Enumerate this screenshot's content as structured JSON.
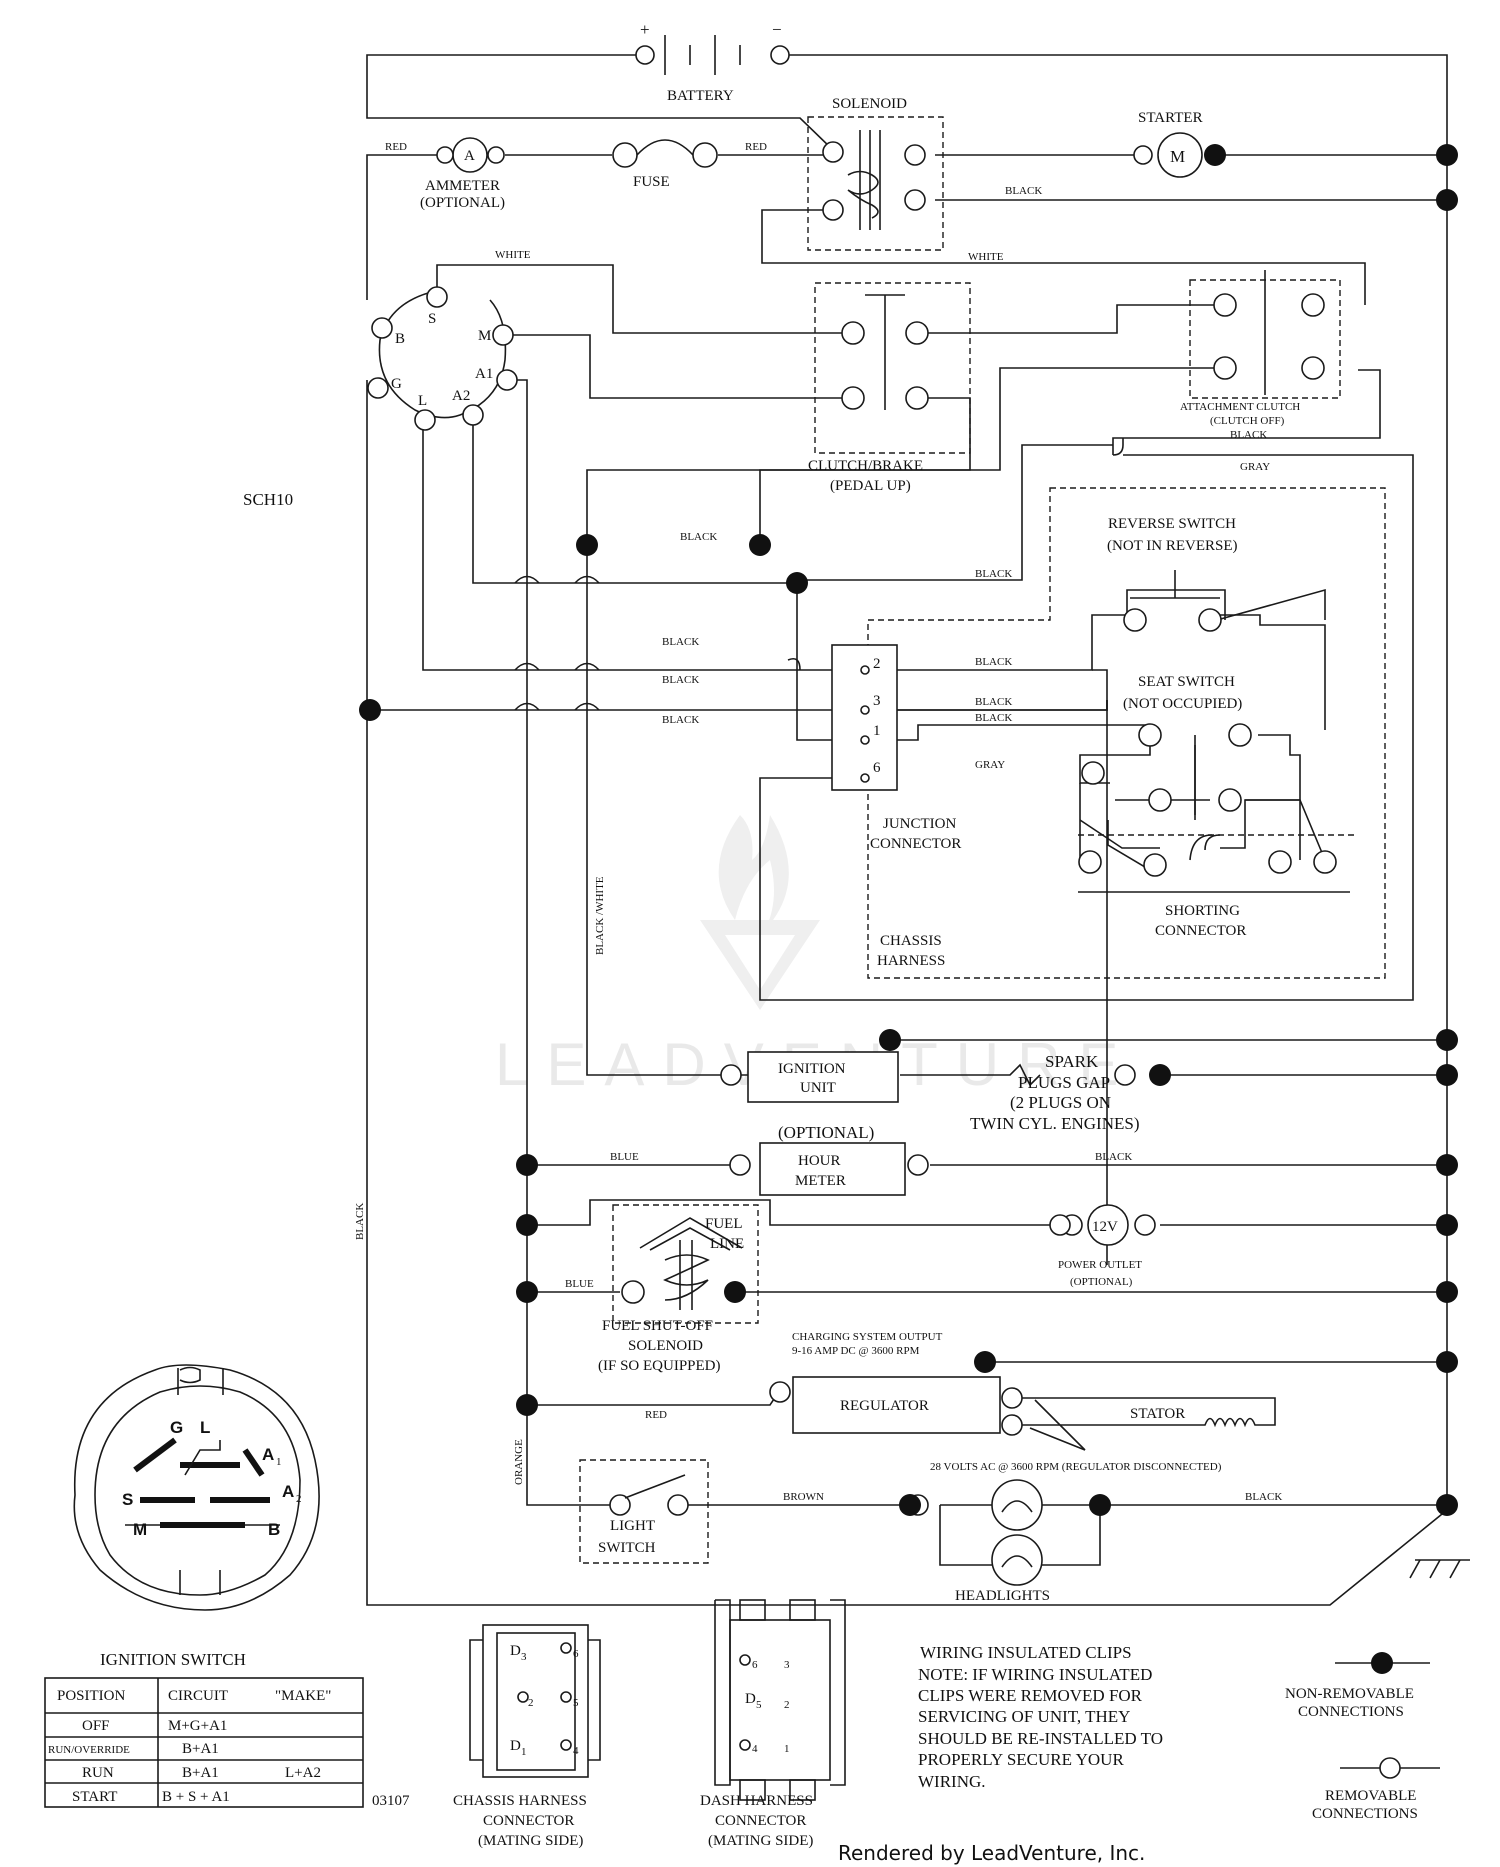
{
  "schematic_id": "SCH10",
  "drawing_number": "03107",
  "footer": "Rendered by LeadVenture, Inc.",
  "watermark": "LEADVENTURE",
  "components": {
    "battery": "BATTERY",
    "battery_plus": "+",
    "battery_minus": "−",
    "solenoid": "SOLENOID",
    "starter": "STARTER",
    "starter_symbol": "M",
    "ammeter_symbol": "A",
    "ammeter": "AMMETER",
    "ammeter_note": "(OPTIONAL)",
    "fuse": "FUSE",
    "clutch_brake": "CLUTCH/BRAKE",
    "clutch_brake_note": "(PEDAL UP)",
    "attachment_clutch": "ATTACHMENT CLUTCH",
    "attachment_clutch_note": "(CLUTCH OFF)",
    "reverse_switch": "REVERSE SWITCH",
    "reverse_switch_note": "(NOT IN REVERSE)",
    "seat_switch": "SEAT SWITCH",
    "seat_switch_note": "(NOT OCCUPIED)",
    "junction_connector_1": "JUNCTION",
    "junction_connector_2": "CONNECTOR",
    "shorting_connector_1": "SHORTING",
    "shorting_connector_2": "CONNECTOR",
    "chassis_harness_1": "CHASSIS",
    "chassis_harness_2": "HARNESS",
    "ignition_unit_1": "IGNITION",
    "ignition_unit_2": "UNIT",
    "spark_1": "SPARK",
    "spark_2": "PLUGS GAP",
    "spark_3": "(2 PLUGS ON",
    "spark_4": "TWIN CYL. ENGINES)",
    "hour_meter_optional": "(OPTIONAL)",
    "hour_meter_1": "HOUR",
    "hour_meter_2": "METER",
    "fuel_line_1": "FUEL",
    "fuel_line_2": "LINE",
    "power_outlet_symbol": "12V",
    "power_outlet": "POWER OUTLET",
    "power_outlet_note": "(OPTIONAL)",
    "fuel_solenoid_1": "FUEL SHUT-OFF",
    "fuel_solenoid_2": "SOLENOID",
    "fuel_solenoid_3": "(IF SO EQUIPPED)",
    "charging_1": "CHARGING SYSTEM OUTPUT",
    "charging_2": "9-16 AMP DC @ 3600 RPM",
    "regulator": "REGULATOR",
    "stator": "STATOR",
    "stator_note": "28 VOLTS AC @ 3600 RPM (REGULATOR DISCONNECTED)",
    "light_switch_1": "LIGHT",
    "light_switch_2": "SWITCH",
    "headlights": "HEADLIGHTS",
    "ignition_switch": "IGNITION SWITCH",
    "chassis_conn_1": "CHASSIS HARNESS",
    "chassis_conn_2": "CONNECTOR",
    "chassis_conn_3": "(MATING SIDE)",
    "dash_conn_1": "DASH HARNESS",
    "dash_conn_2": "CONNECTOR",
    "dash_conn_3": "(MATING SIDE)"
  },
  "ignition_terminals": {
    "S": "S",
    "M": "M",
    "B": "B",
    "A1": "A1",
    "G": "G",
    "L": "L",
    "A2": "A2"
  },
  "switch_face": {
    "G": "G",
    "L": "L",
    "A1": "A",
    "A1_sub": "1",
    "A2": "A",
    "A2_sub": "2",
    "S": "S",
    "M": "M",
    "B": "B"
  },
  "junction_pins": [
    "2",
    "3",
    "1",
    "6"
  ],
  "wire_labels": {
    "red_1": "RED",
    "red_2": "RED",
    "black_starter": "BLACK",
    "white_1": "WHITE",
    "white_2": "WHITE",
    "black_ac": "BLACK",
    "gray_ac": "GRAY",
    "black_clutch": "BLACK",
    "black_reverse": "BLACK",
    "black_j2": "BLACK",
    "black_j3": "BLACK",
    "black_j1": "BLACK",
    "black_left_1": "BLACK",
    "black_left_2": "BLACK",
    "black_left_3": "BLACK",
    "gray_j6": "GRAY",
    "black_white": "BLACK /WHITE",
    "black_vertical": "BLACK",
    "blue_hour": "BLUE",
    "black_hour": "BLACK",
    "blue_fuel": "BLUE",
    "red_reg": "RED",
    "orange": "ORANGE",
    "brown": "BROWN",
    "black_headlights": "BLACK"
  },
  "ignition_table": {
    "headers": [
      "POSITION",
      "CIRCUIT",
      "\"MAKE\""
    ],
    "rows": [
      [
        "OFF",
        "M+G+A1",
        ""
      ],
      [
        "RUN/OVERRIDE",
        "B+A1",
        ""
      ],
      [
        "RUN",
        "B+A1",
        "L+A2"
      ],
      [
        "START",
        "B + S + A1",
        ""
      ]
    ]
  },
  "chassis_connector_pins": {
    "D3": "D",
    "D3_sub": "3",
    "p6": "6",
    "p2": "2",
    "p5": "5",
    "D1": "D",
    "D1_sub": "1",
    "p4": "4"
  },
  "dash_connector_pins": {
    "p6": "6",
    "p3": "3",
    "D5": "D",
    "D5_sub": "5",
    "p2": "2",
    "p4": "4",
    "p1": "1"
  },
  "notes": [
    "WIRING INSULATED CLIPS",
    "NOTE:  IF WIRING INSULATED",
    "CLIPS WERE REMOVED FOR",
    "SERVICING OF UNIT, THEY",
    "SHOULD BE RE-INSTALLED TO",
    "PROPERLY SECURE YOUR",
    " WIRING."
  ],
  "legend": {
    "nonremovable_1": "NON-REMOVABLE",
    "nonremovable_2": "CONNECTIONS",
    "removable_1": "REMOVABLE",
    "removable_2": "CONNECTIONS"
  }
}
